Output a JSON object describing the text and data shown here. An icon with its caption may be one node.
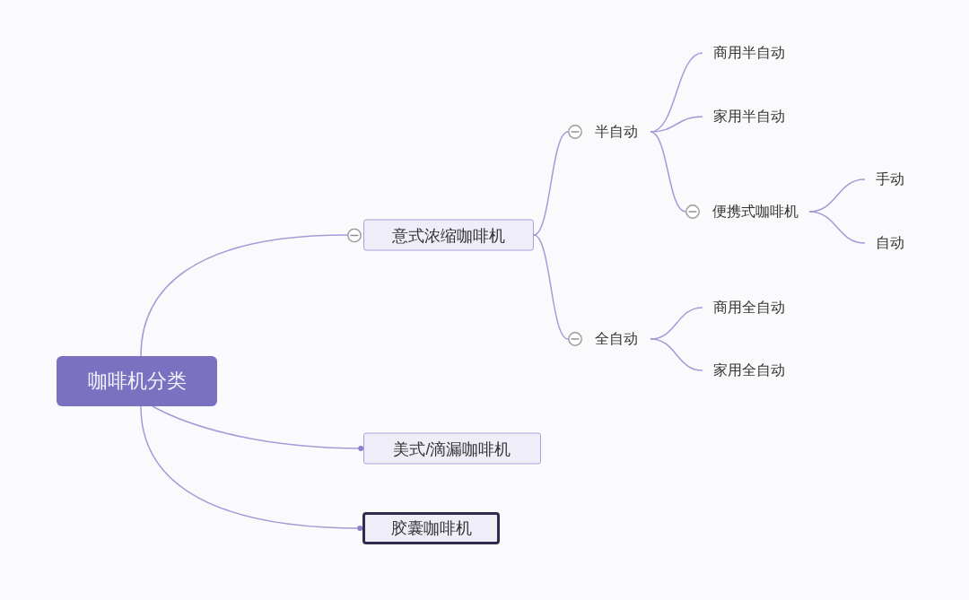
{
  "diagram": {
    "nodes": [
      {
        "text": [
          "咖啡机分类"
        ]
      },
      {
        "text": [
          "意式浓缩咖啡机"
        ]
      },
      {
        "text": [
          "半自动"
        ]
      },
      {
        "text": [
          "商用半自动"
        ]
      },
      {
        "text": [
          "家用半自动"
        ]
      },
      {
        "text": [
          "便携式咖啡机"
        ]
      },
      {
        "text": [
          "手动"
        ]
      },
      {
        "text": [
          "自动"
        ]
      },
      {
        "text": [
          "全自动"
        ]
      },
      {
        "text": [
          "商用全自动"
        ]
      },
      {
        "text": [
          "家用全自动"
        ]
      },
      {
        "text": [
          "美式/滴漏咖啡机"
        ]
      },
      {
        "text": [
          "胶囊咖啡机"
        ]
      }
    ],
    "edges": [
      {
        "from": 0,
        "to": 1,
        "arrow": "none"
      },
      {
        "from": 0,
        "to": 11,
        "arrow": "other"
      },
      {
        "from": 0,
        "to": 12,
        "arrow": "other"
      },
      {
        "from": 1,
        "to": 2,
        "arrow": "none"
      },
      {
        "from": 1,
        "to": 8,
        "arrow": "none"
      },
      {
        "from": 2,
        "to": 3,
        "arrow": "none"
      },
      {
        "from": 2,
        "to": 4,
        "arrow": "none"
      },
      {
        "from": 2,
        "to": 5,
        "arrow": "none"
      },
      {
        "from": 5,
        "to": 6,
        "arrow": "none"
      },
      {
        "from": 5,
        "to": 7,
        "arrow": "none"
      },
      {
        "from": 8,
        "to": 9,
        "arrow": "none"
      },
      {
        "from": 8,
        "to": 10,
        "arrow": "none"
      }
    ]
  }
}
